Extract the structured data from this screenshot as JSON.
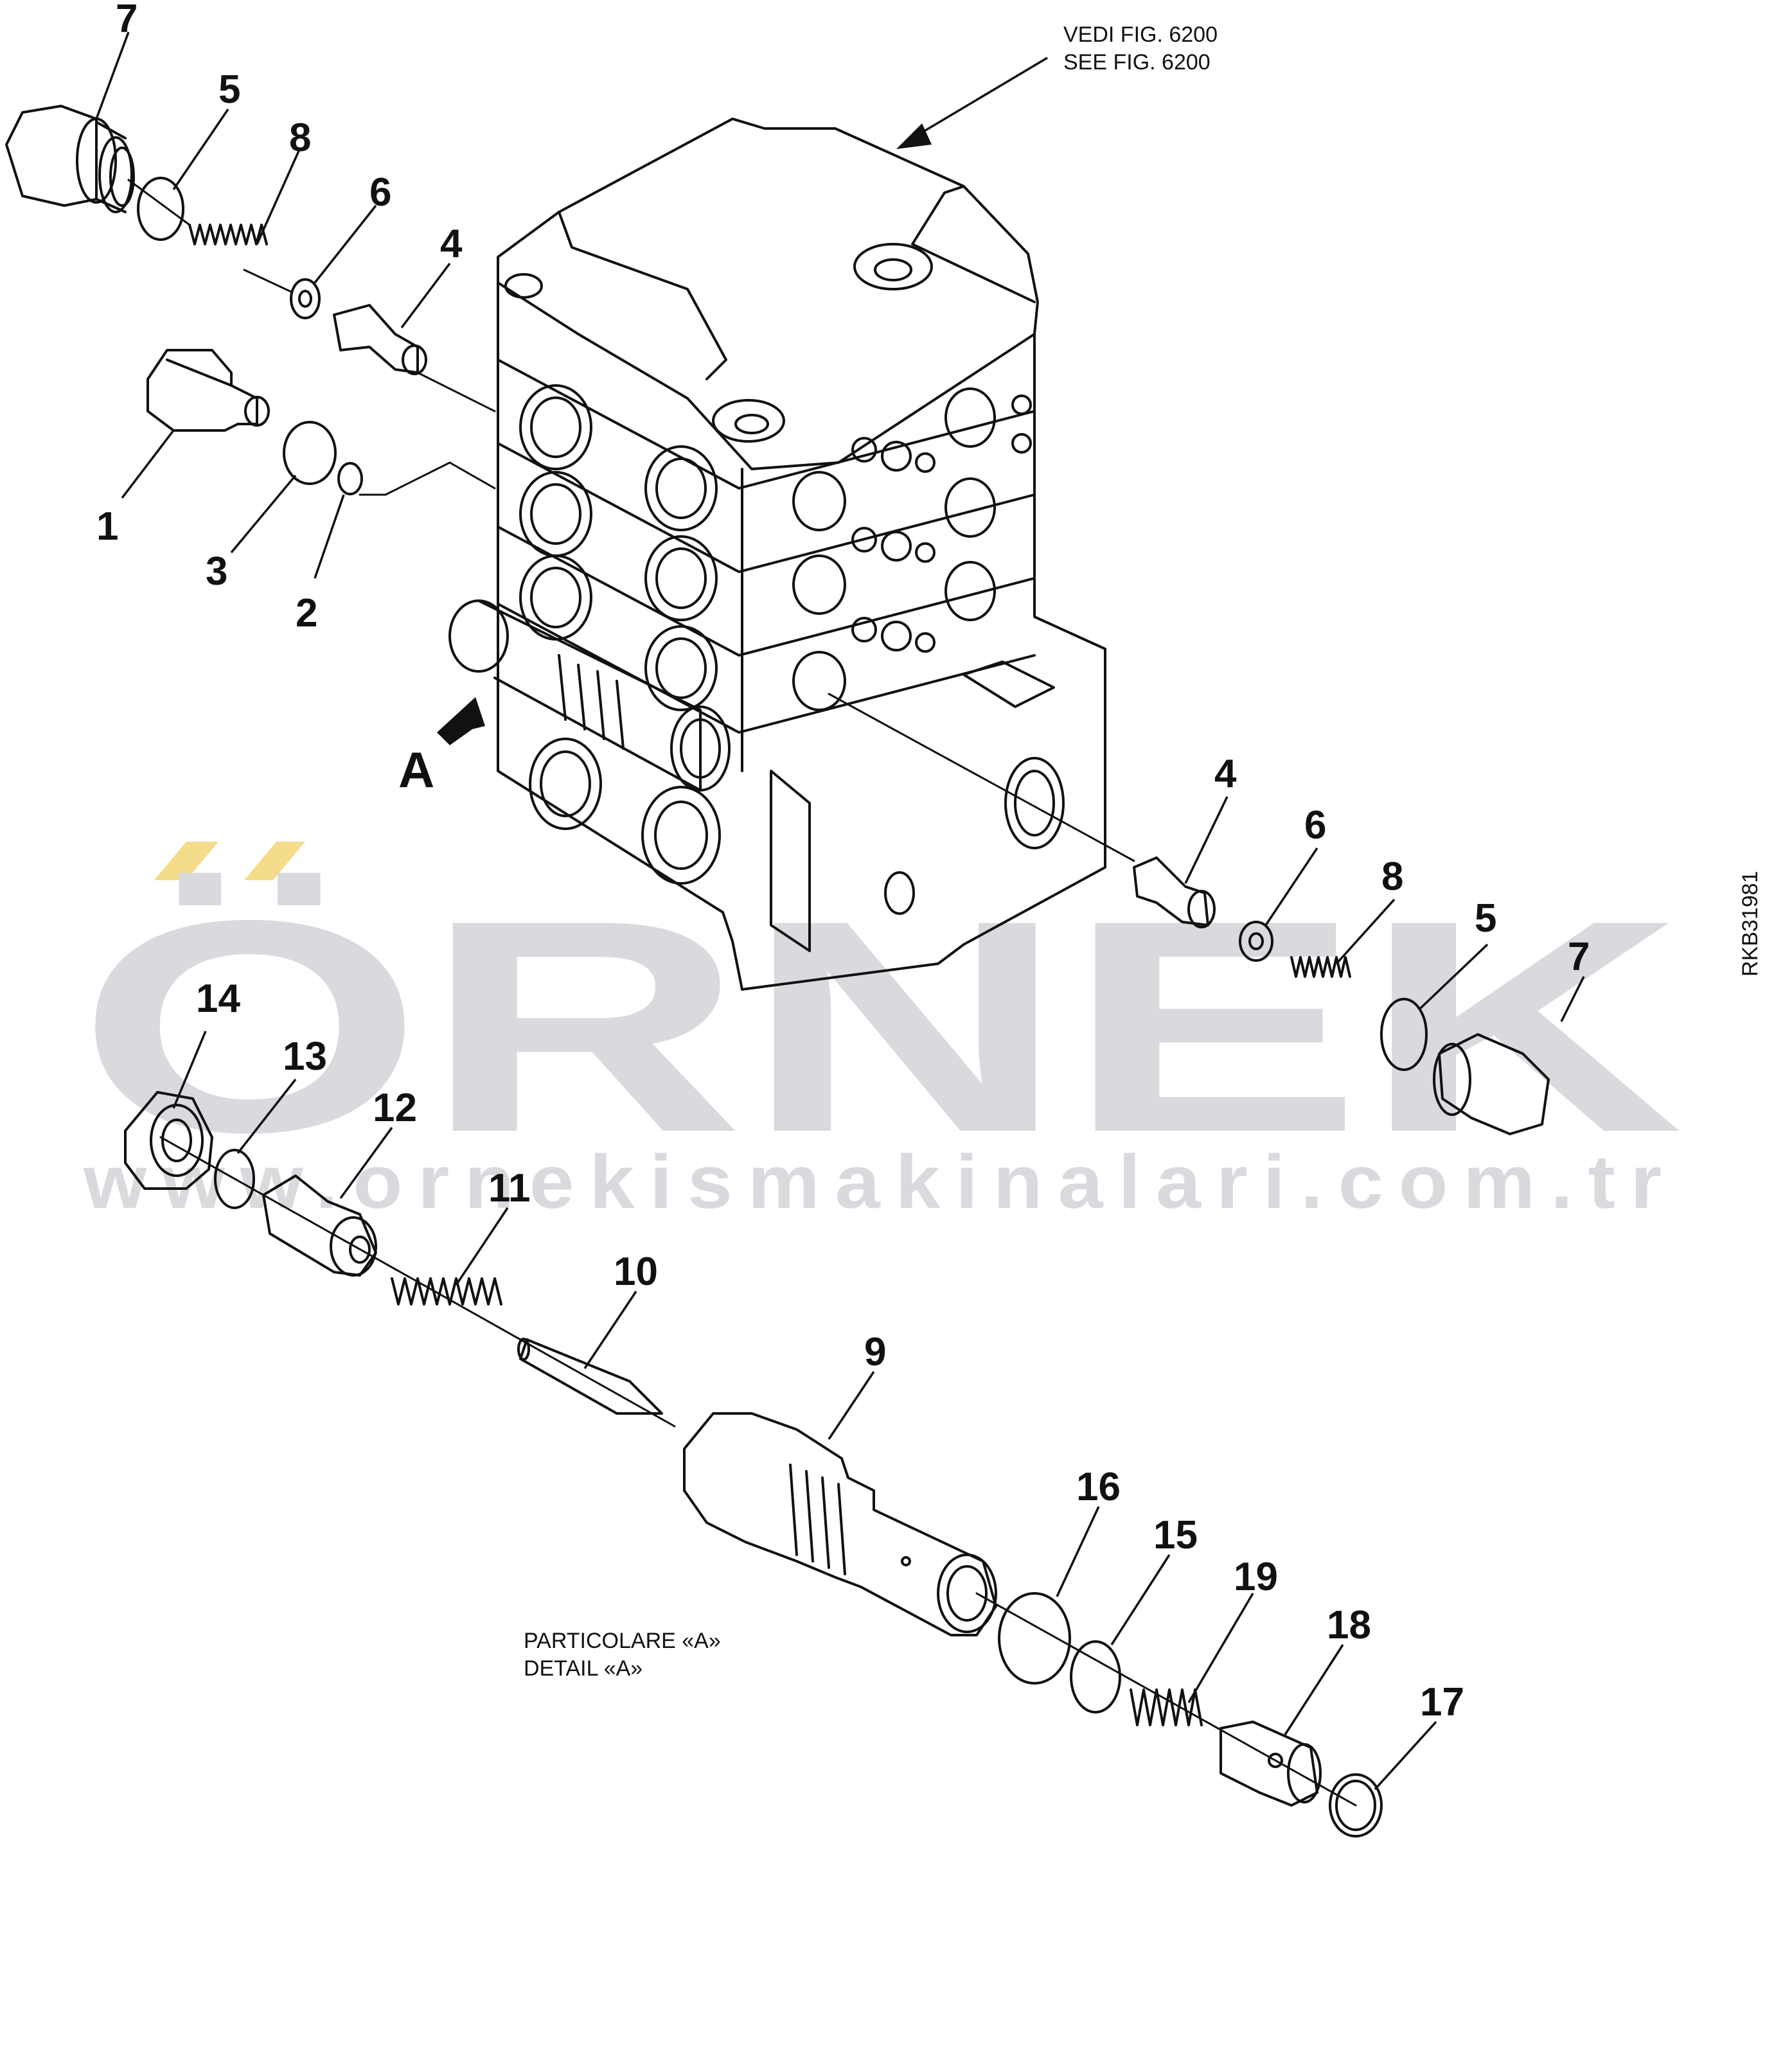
{
  "watermark": {
    "word": "ÖRNEK",
    "url": "www.ornekismakinalari.com.tr",
    "color": "#d9d9de",
    "accent_color": "#f4dc8a"
  },
  "notes": {
    "see_fig_it": "VEDI FIG. 6200",
    "see_fig_en": "SEE FIG. 6200",
    "detail_it": "PARTICOLARE «A»",
    "detail_en": "DETAIL «A»",
    "view_letter": "A",
    "drawing_code": "RKB31981"
  },
  "callouts": [
    {
      "id": "c7a",
      "label": "7"
    },
    {
      "id": "c5a",
      "label": "5"
    },
    {
      "id": "c8a",
      "label": "8"
    },
    {
      "id": "c6a",
      "label": "6"
    },
    {
      "id": "c4a",
      "label": "4"
    },
    {
      "id": "c1",
      "label": "1"
    },
    {
      "id": "c3",
      "label": "3"
    },
    {
      "id": "c2",
      "label": "2"
    },
    {
      "id": "c4b",
      "label": "4"
    },
    {
      "id": "c6b",
      "label": "6"
    },
    {
      "id": "c8b",
      "label": "8"
    },
    {
      "id": "c5b",
      "label": "5"
    },
    {
      "id": "c7b",
      "label": "7"
    },
    {
      "id": "c14",
      "label": "14"
    },
    {
      "id": "c13",
      "label": "13"
    },
    {
      "id": "c12",
      "label": "12"
    },
    {
      "id": "c11",
      "label": "11"
    },
    {
      "id": "c10",
      "label": "10"
    },
    {
      "id": "c9",
      "label": "9"
    },
    {
      "id": "c16",
      "label": "16"
    },
    {
      "id": "c15",
      "label": "15"
    },
    {
      "id": "c19",
      "label": "19"
    },
    {
      "id": "c18",
      "label": "18"
    },
    {
      "id": "c17",
      "label": "17"
    }
  ]
}
